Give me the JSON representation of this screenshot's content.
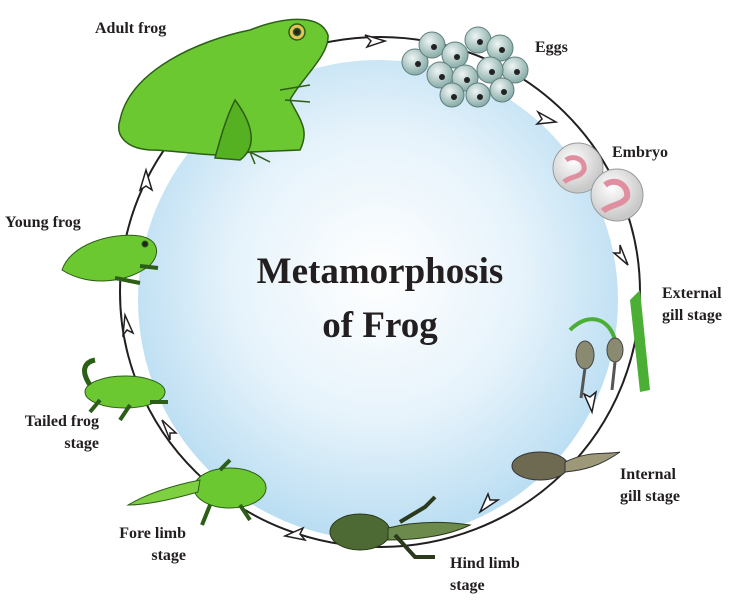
{
  "title": {
    "line1": "Metamorphosis",
    "line2": "of Frog"
  },
  "stages": {
    "adult_frog": "Adult frog",
    "eggs": "Eggs",
    "embryo": "Embryo",
    "external_gill": {
      "line1": "External",
      "line2": "gill stage"
    },
    "internal_gill": {
      "line1": "Internal",
      "line2": "gill stage"
    },
    "hind_limb": {
      "line1": "Hind limb",
      "line2": "stage"
    },
    "fore_limb": {
      "line1": "Fore limb",
      "line2": "stage"
    },
    "tailed_frog": {
      "line1": "Tailed frog",
      "line2": "stage"
    },
    "young_frog": "Young frog"
  },
  "colors": {
    "cycle_line": "#231f20",
    "fill_center": "#ffffff",
    "fill_edge": "#bfe0f3",
    "frog_green": "#5cbf2a"
  }
}
